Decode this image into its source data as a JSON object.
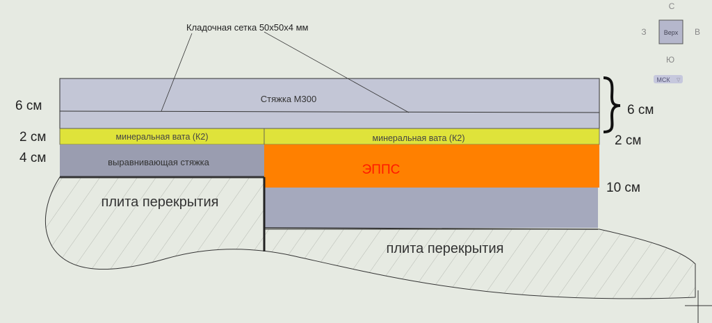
{
  "annotation": {
    "mesh_label": "Кладочная сетка 50х50х4 мм"
  },
  "layers": {
    "screed": "Стяжка М300",
    "wool_left": "минеральная вата (К2)",
    "wool_right": "минеральная вата (К2)",
    "leveling": "выравнивающая стяжка",
    "epps": "ЭППС",
    "slab_left": "плита перекрытия",
    "slab_right": "плита перекрытия"
  },
  "dimensions": {
    "left": [
      "6 см",
      "2 см",
      "4 см"
    ],
    "right": [
      "6 см",
      "2 см",
      "10 см"
    ]
  },
  "viewcube": {
    "north": "С",
    "west": "З",
    "east": "В",
    "south": "Ю",
    "face": "Верх",
    "ucs": "МСК"
  },
  "colors": {
    "screed": "#c3c6d6",
    "wool": "#dfe33a",
    "leveling": "#9a9db0",
    "epps": "#ff8000",
    "epps_text": "#ff1a00"
  }
}
